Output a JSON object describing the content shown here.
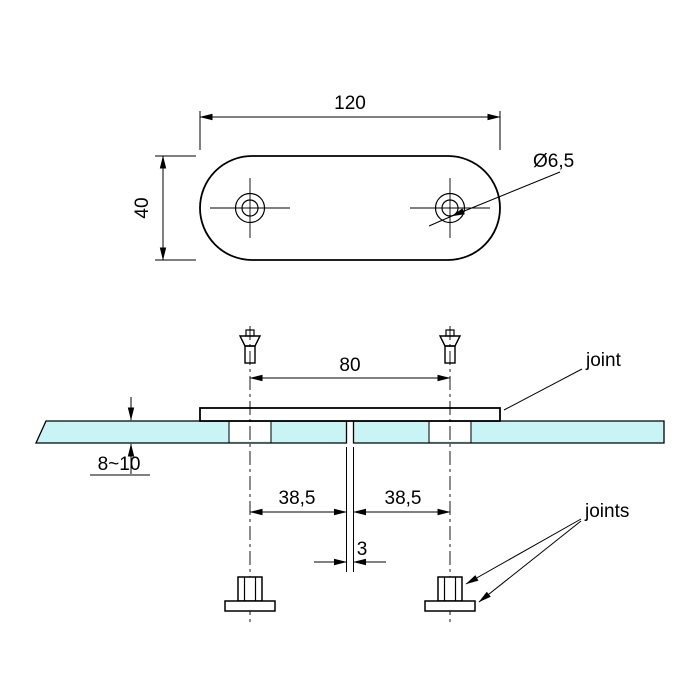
{
  "drawing_labels": {
    "top_view": {
      "width": "120",
      "height": "40",
      "hole_diameter": "Ø6,5"
    },
    "section": {
      "hole_spacing": "80",
      "offset_left": "38,5",
      "offset_right": "38,5",
      "panel_gap": "3",
      "glass_thickness": "8~10",
      "joint": "joint",
      "joints": "joints"
    }
  },
  "colors": {
    "glass": "#c8f4f6",
    "lines": "#000000",
    "background": "#ffffff"
  }
}
